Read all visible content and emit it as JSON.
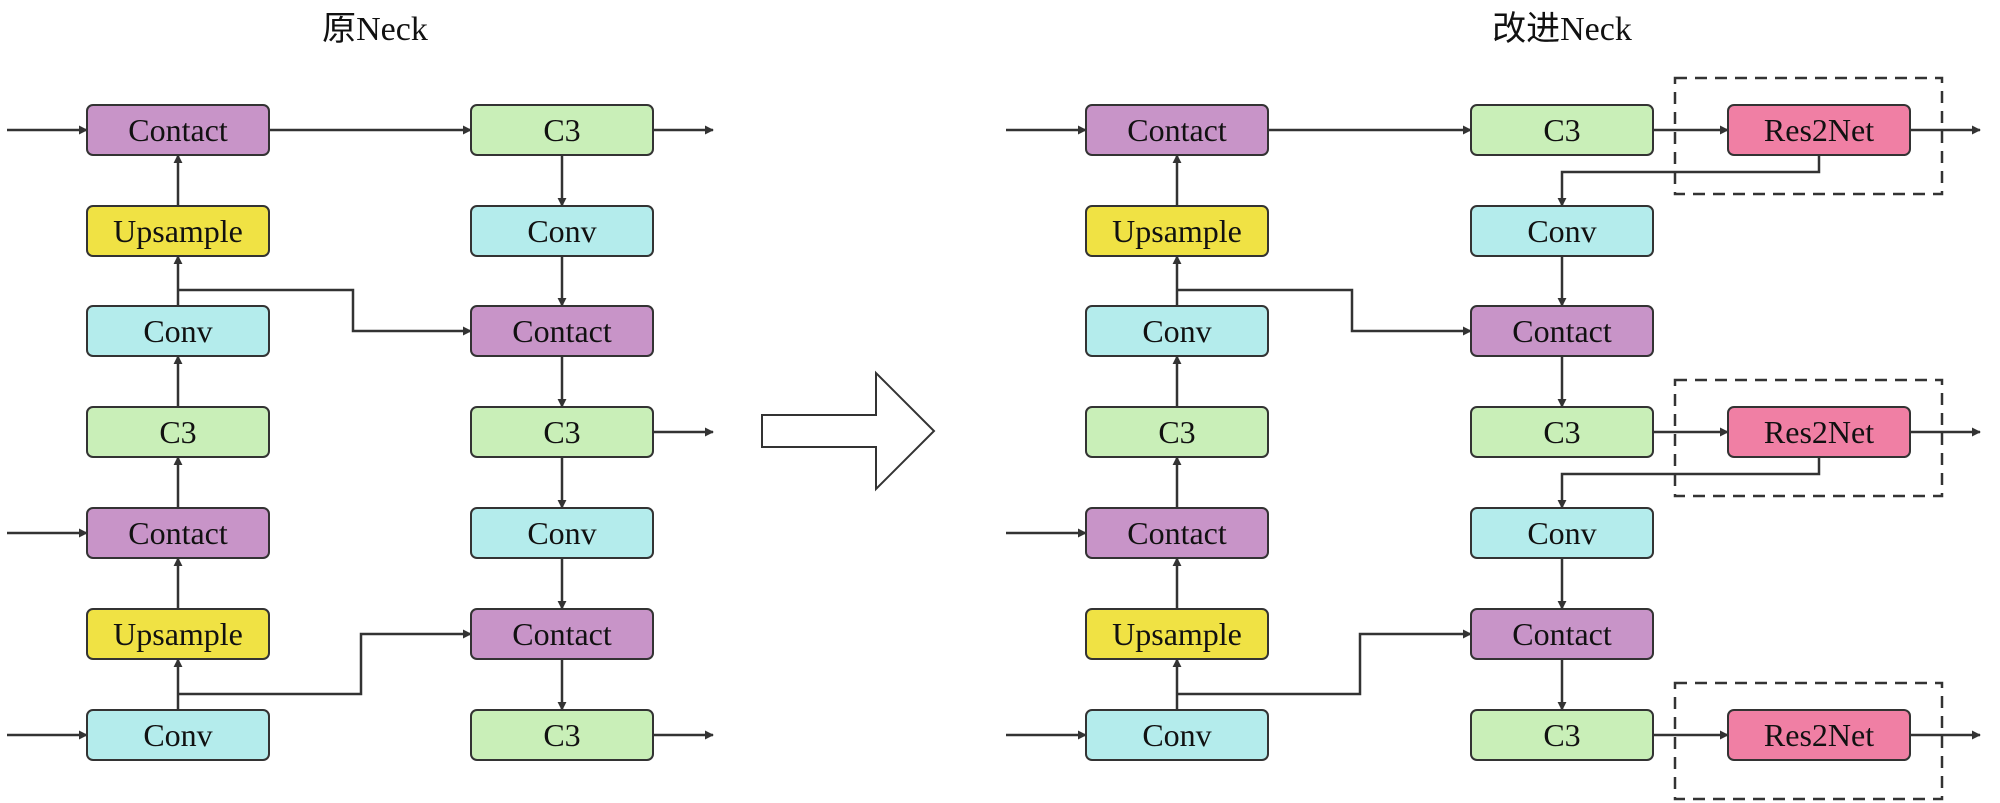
{
  "titles": {
    "left": "原Neck",
    "right": "改进Neck"
  },
  "colors": {
    "contact": "#c894c8",
    "c3": "#c9efb8",
    "conv": "#b4ecec",
    "upsample": "#f0e244",
    "res2net": "#f07fa4",
    "stroke": "#333333",
    "arrow": "#333333"
  },
  "left_diagram": {
    "column1": [
      "Contact",
      "Upsample",
      "Conv",
      "C3",
      "Contact",
      "Upsample",
      "Conv"
    ],
    "column2": [
      "C3",
      "Conv",
      "Contact",
      "C3",
      "Conv",
      "Contact",
      "C3"
    ]
  },
  "right_diagram": {
    "column1": [
      "Contact",
      "Upsample",
      "Conv",
      "C3",
      "Contact",
      "Upsample",
      "Conv"
    ],
    "column2": [
      "C3",
      "Conv",
      "Contact",
      "C3",
      "Conv",
      "Contact",
      "C3"
    ],
    "added_blocks": [
      "Res2Net",
      "Res2Net",
      "Res2Net"
    ]
  },
  "transition_arrow": {
    "icon": "hollow-right-arrow-icon"
  }
}
